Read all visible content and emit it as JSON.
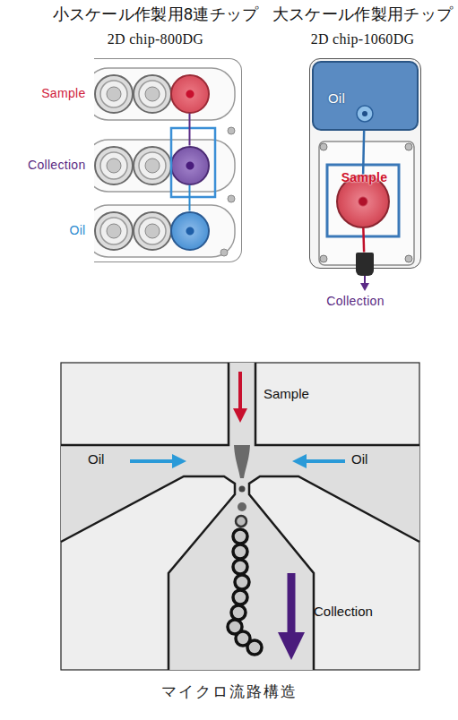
{
  "diagram": {
    "caption": "マイクロ流路構造",
    "nodes": [
      {
        "text": [
          "小スケール作製用8連チップ",
          "2D chip-800DG"
        ]
      },
      {
        "text": [
          "Sample"
        ],
        "in": 0
      },
      {
        "text": [
          "Collection"
        ],
        "in": 0
      },
      {
        "text": [
          "Oil"
        ],
        "in": 0
      },
      {
        "text": [
          "大スケール作製用チップ",
          "2D chip-1060DG"
        ]
      },
      {
        "text": [
          "Oil"
        ],
        "in": 4
      },
      {
        "text": [
          "Sample"
        ],
        "in": 4
      },
      {
        "text": [
          "Collection"
        ],
        "in": 4
      }
    ],
    "edges": [
      {
        "from": 1,
        "to": 2,
        "arrow": "none"
      },
      {
        "from": 3,
        "to": 2,
        "arrow": "none"
      },
      {
        "from": 5,
        "to": 6,
        "arrow": "none"
      },
      {
        "from": 6,
        "to": 7,
        "arrow": "none"
      }
    ],
    "labels": [
      "Sample",
      "Oil",
      "Oil",
      "Collection"
    ]
  }
}
